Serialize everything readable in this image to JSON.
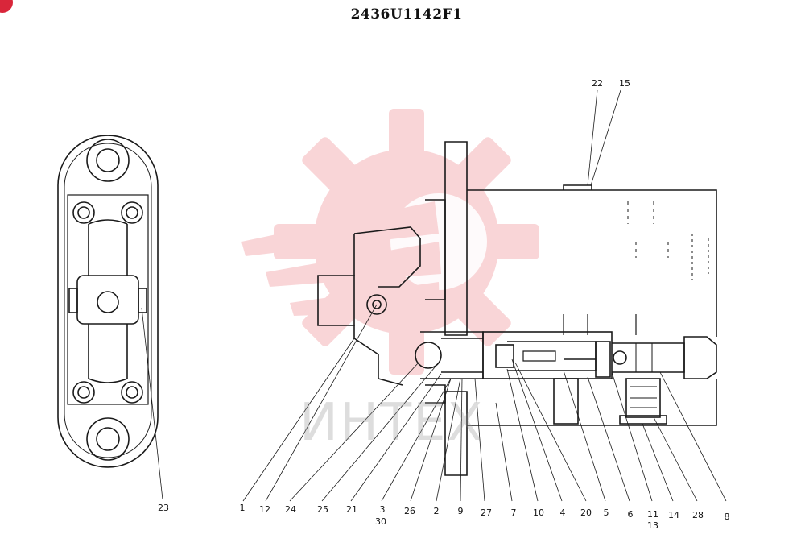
{
  "diagram": {
    "title": "2436U1142F1",
    "watermark_text": "ИНТЕХ",
    "watermark_color": "#f2a4a8",
    "callouts": {
      "22": "22",
      "15": "15",
      "23": "23",
      "1": "1",
      "12": "12",
      "24": "24",
      "25": "25",
      "21": "21",
      "3": "3",
      "30": "30",
      "26": "26",
      "2": "2",
      "9": "9",
      "27": "27",
      "7": "7",
      "10": "10",
      "4": "4",
      "20": "20",
      "5": "5",
      "6": "6",
      "11": "11",
      "13": "13",
      "14": "14",
      "28": "28",
      "8": "8"
    }
  }
}
